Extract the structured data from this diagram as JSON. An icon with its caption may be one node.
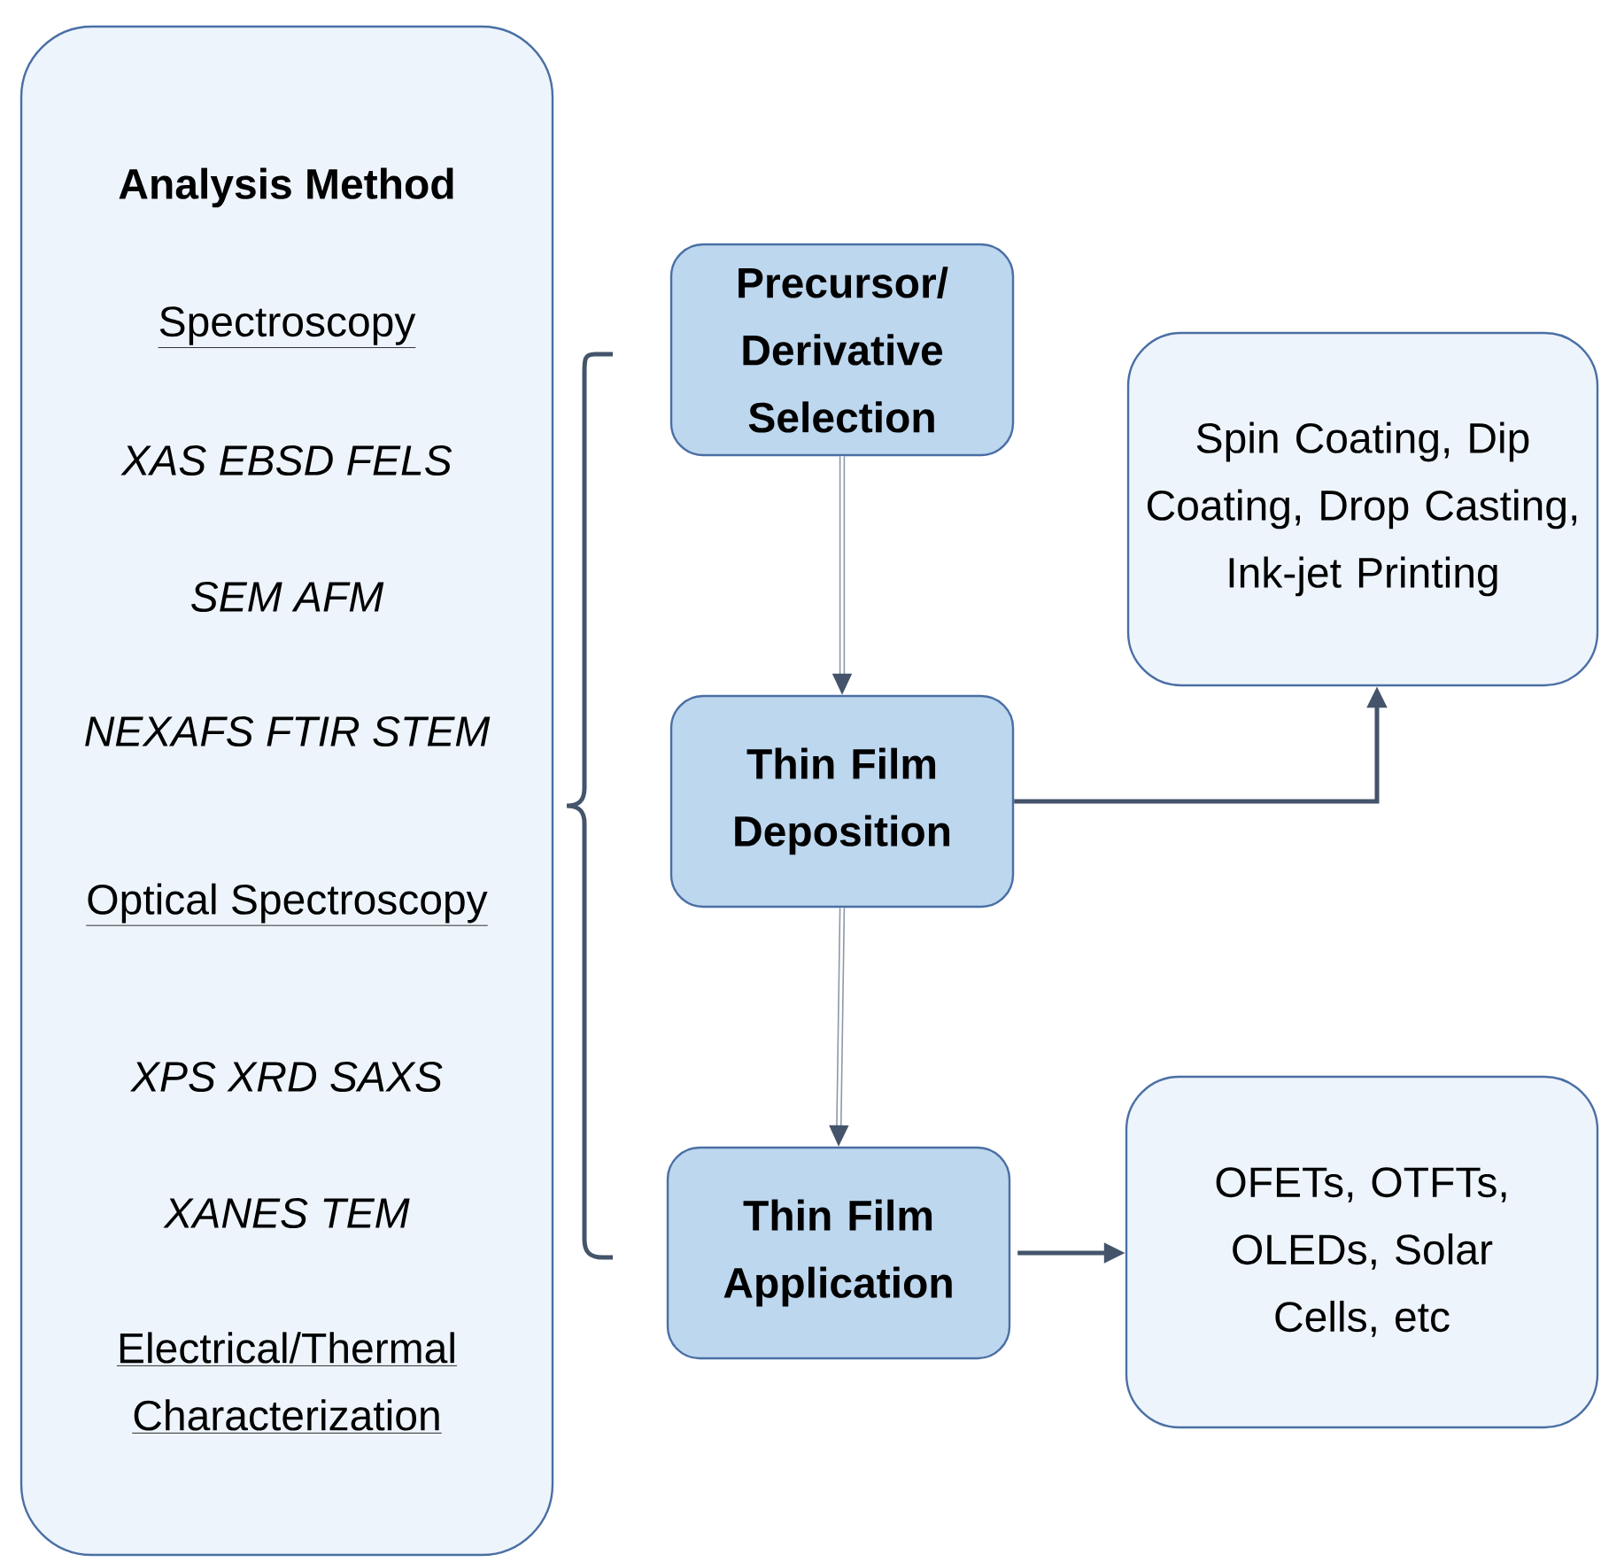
{
  "diagram": {
    "nodes": [
      {
        "text": [
          "Analysis Method",
          "Spectroscopy",
          "XAS EBSD FELS",
          "SEM AFM",
          "NEXAFS FTIR STEM",
          "Optical Spectroscopy",
          "XPS XRD SAXS",
          "XANES TEM",
          "Electrical/Thermal Characterization"
        ]
      },
      {
        "text": [
          "Precursor/ Derivative Selection"
        ]
      },
      {
        "text": [
          "Thin Film Deposition"
        ]
      },
      {
        "text": [
          "Thin Film Application"
        ]
      },
      {
        "text": [
          "Spin Coating, Dip Coating, Drop Casting, Ink-jet Printing"
        ]
      },
      {
        "text": [
          "OFETs, OTFTs, OLEDs, Solar Cells, etc"
        ]
      }
    ],
    "edges": [
      {
        "from": 1,
        "to": 2,
        "arrow": "to"
      },
      {
        "from": 2,
        "to": 3,
        "arrow": "to"
      },
      {
        "from": 2,
        "to": 4,
        "arrow": "to"
      },
      {
        "from": 3,
        "to": 5,
        "arrow": "to"
      }
    ]
  }
}
